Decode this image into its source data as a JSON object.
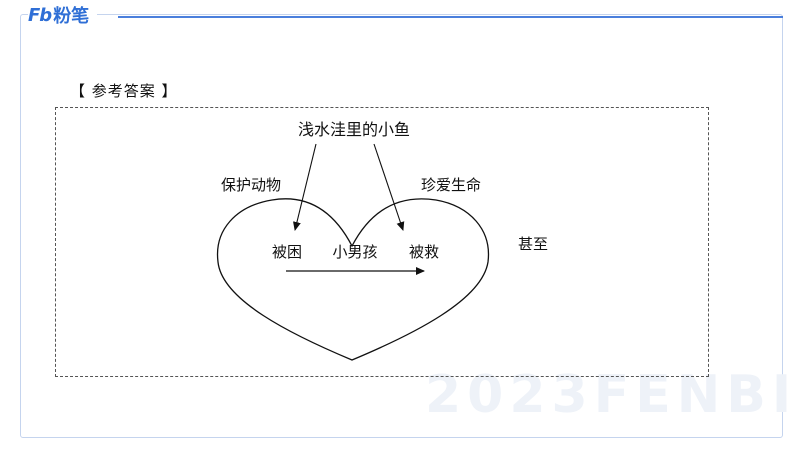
{
  "brand": {
    "mark": "Fb",
    "name": "粉笔"
  },
  "section_label": "【 参考答案 】",
  "watermark": "2023FENBI",
  "diagram": {
    "top": "浅水洼里的小鱼",
    "left_theme": "保护动物",
    "right_theme": "珍爱生命",
    "stage_trapped": "被困",
    "boy": "小男孩",
    "stage_rescued": "被救",
    "extent": "甚至"
  },
  "colors": {
    "brand": "#2f6fd6",
    "header_line": "#4a7fdc",
    "frame": "#c5d4ee",
    "ink": "#111111"
  }
}
